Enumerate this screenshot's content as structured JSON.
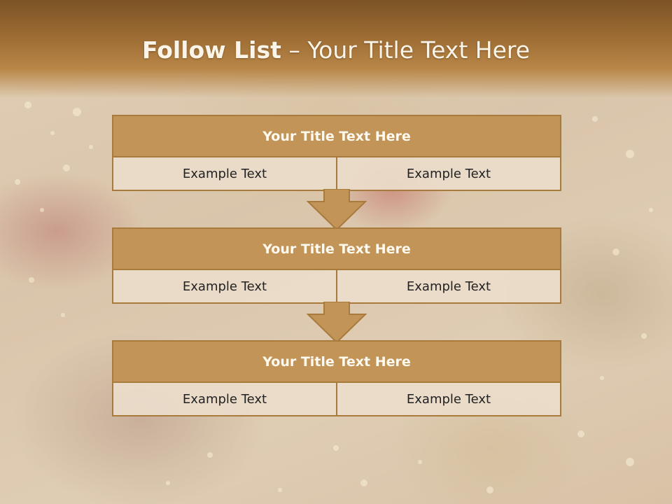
{
  "slide": {
    "title_bold": "Follow List",
    "title_rest": " – Your Title Text Here"
  },
  "steps": [
    {
      "title": "Your Title Text Here",
      "left": "Example Text",
      "right": "Example Text"
    },
    {
      "title": "Your Title Text Here",
      "left": "Example Text",
      "right": "Example Text"
    },
    {
      "title": "Your Title Text Here",
      "left": "Example Text",
      "right": "Example Text"
    }
  ],
  "colors": {
    "header_band": "#9b6a32",
    "box_header": "#c29458",
    "box_border": "#a87a3c",
    "cell_fill": "#ebdccb",
    "arrow_fill": "#c29458"
  }
}
